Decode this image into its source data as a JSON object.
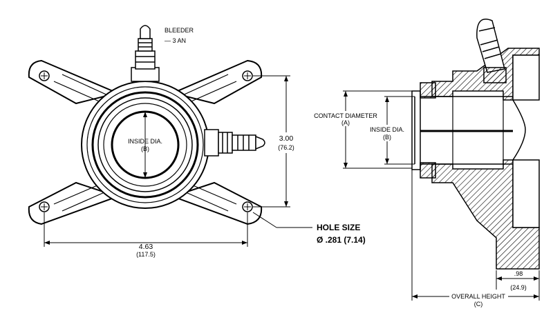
{
  "labels": {
    "bleeder_title": "BLEEDER",
    "bleeder_size": "— 3 AN",
    "inside_dia": "INSIDE DIA.",
    "inside_dia_sub": "(B)",
    "height_in": "3.00",
    "height_mm": "(76.2)",
    "width_in": "4.63",
    "width_mm": "(117.5)",
    "hole_title": "HOLE SIZE",
    "hole_size": "Ø .281 (7.14)",
    "contact_dia": "CONTACT DIAMETER",
    "contact_dia_sub": "(A)",
    "side_inside_dia": "INSIDE DIA.",
    "side_inside_dia_sub": "(B)",
    "flange_in": ".98",
    "flange_mm": "(24.9)",
    "overall_height": "OVERALL HEIGHT",
    "overall_height_sub": "(C)"
  }
}
